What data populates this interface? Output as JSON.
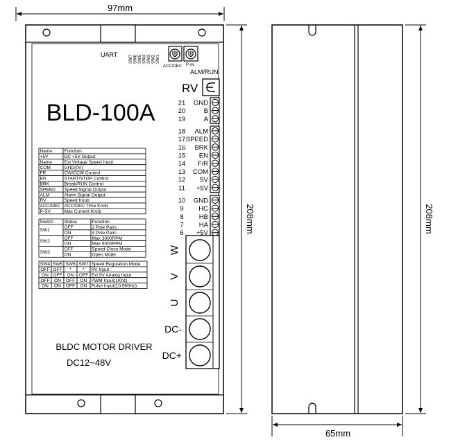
{
  "dimensions": {
    "width_top": "97mm",
    "height_front": "208mm",
    "height_side": "208mm",
    "width_side": "65mm"
  },
  "labels": {
    "uart": "UART",
    "dip_switches": [
      "SW7",
      "SW6",
      "SW5",
      "SW4",
      "SW3",
      "SW2",
      "SW1"
    ],
    "acc_dec": "ACC/DEC",
    "p_sv": "P-sv",
    "alm_run": "ALM/RUN",
    "rv": "RV",
    "model": "BLD-100A",
    "product_line1": "BLDC MOTOR DRIVER",
    "product_line2": "DC12~48V"
  },
  "terminals": {
    "group1": [
      {
        "num": "21",
        "name": "GND"
      },
      {
        "num": "20",
        "name": "B"
      },
      {
        "num": "19",
        "name": "A"
      }
    ],
    "group2": [
      {
        "num": "18",
        "name": "ALM"
      },
      {
        "num": "17",
        "name": "SPEED"
      },
      {
        "num": "16",
        "name": "BRK"
      },
      {
        "num": "15",
        "name": "EN"
      },
      {
        "num": "14",
        "name": "F/R"
      },
      {
        "num": "13",
        "name": "COM"
      },
      {
        "num": "12",
        "name": "SV"
      },
      {
        "num": "11",
        "name": "+5V"
      }
    ],
    "group3": [
      {
        "num": "10",
        "name": "GND"
      },
      {
        "num": "9",
        "name": "HC"
      },
      {
        "num": "8",
        "name": "HB"
      },
      {
        "num": "7",
        "name": "HA"
      },
      {
        "num": "6",
        "name": "+5V"
      }
    ],
    "power": [
      "W",
      "V",
      "U",
      "DC-",
      "DC+"
    ]
  },
  "function_table": {
    "header": [
      "Name",
      "Function"
    ],
    "rows": [
      [
        "+5V",
        "DC +5V Output"
      ],
      [
        "Name",
        "Ext Voltage Speed Input"
      ],
      [
        "COM",
        "GND(0V)"
      ],
      [
        "FR",
        "CW/CCW Control"
      ],
      [
        "EN",
        "START/STOP Control"
      ],
      [
        "BRK",
        "Break/RUN Control"
      ],
      [
        "SPEED",
        "Speed Signal Output"
      ],
      [
        "ALM",
        "Alarm Signal Output"
      ],
      [
        "RV",
        "Speed Knob"
      ],
      [
        "ACC/DEC",
        "ACC/DEC Time Knob"
      ],
      [
        "P-SV",
        "Max Current Knob"
      ]
    ]
  },
  "switch_table": {
    "header": [
      "Switch",
      "Status",
      "Function"
    ],
    "rows": [
      {
        "switch": "SW1",
        "entries": [
          [
            "OFF",
            "2 Pole Pairs"
          ],
          [
            "ON",
            "4 Pole Pairs"
          ]
        ]
      },
      {
        "switch": "SW2",
        "entries": [
          [
            "OFF",
            "Max 3000RPM"
          ],
          [
            "ON",
            "Max 6000RPM"
          ]
        ]
      },
      {
        "switch": "SW3",
        "entries": [
          [
            "OFF",
            "Speed Close Mode"
          ],
          [
            "ON",
            "Open Mode"
          ]
        ]
      }
    ]
  },
  "mode_table": {
    "header": [
      "SW4",
      "SW5",
      "SW6",
      "SW7",
      "Speed Regulation Mode"
    ],
    "rows": [
      [
        "OFF",
        "OFF",
        "*",
        "*",
        "RV Input"
      ],
      [
        "ON",
        "OFF",
        "ON",
        "OFF",
        "Ext 5V Analog Input"
      ],
      [
        "OFF",
        "ON",
        "OFF",
        "ON",
        "PWM Input(1Khz)"
      ],
      [
        "ON",
        "ON",
        "OFF",
        "ON",
        "Pulse Input(10 900Hz)"
      ]
    ]
  }
}
